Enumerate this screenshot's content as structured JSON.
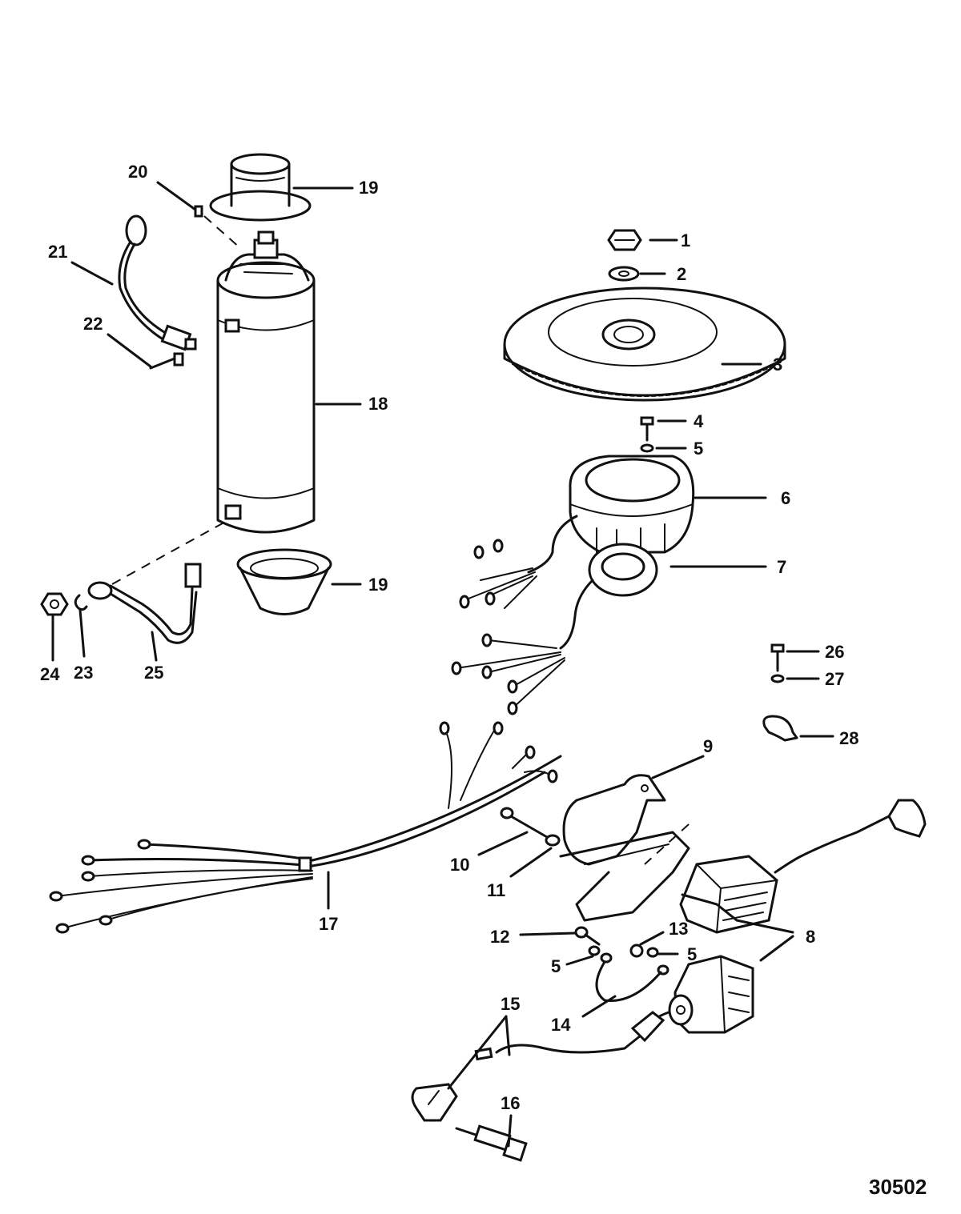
{
  "diagram": {
    "drawing_number": "30502",
    "callouts": [
      {
        "id": "c1",
        "text": "1"
      },
      {
        "id": "c2",
        "text": "2"
      },
      {
        "id": "c3",
        "text": "3"
      },
      {
        "id": "c4",
        "text": "4"
      },
      {
        "id": "c5a",
        "text": "5"
      },
      {
        "id": "c6",
        "text": "6"
      },
      {
        "id": "c7",
        "text": "7"
      },
      {
        "id": "c8",
        "text": "8"
      },
      {
        "id": "c9",
        "text": "9"
      },
      {
        "id": "c10",
        "text": "10"
      },
      {
        "id": "c11",
        "text": "11"
      },
      {
        "id": "c12",
        "text": "12"
      },
      {
        "id": "c13",
        "text": "13"
      },
      {
        "id": "c5b",
        "text": "5"
      },
      {
        "id": "c5c",
        "text": "5"
      },
      {
        "id": "c14",
        "text": "14"
      },
      {
        "id": "c15",
        "text": "15"
      },
      {
        "id": "c16",
        "text": "16"
      },
      {
        "id": "c17",
        "text": "17"
      },
      {
        "id": "c18",
        "text": "18"
      },
      {
        "id": "c19a",
        "text": "19"
      },
      {
        "id": "c19b",
        "text": "19"
      },
      {
        "id": "c20",
        "text": "20"
      },
      {
        "id": "c21",
        "text": "21"
      },
      {
        "id": "c22",
        "text": "22"
      },
      {
        "id": "c23",
        "text": "23"
      },
      {
        "id": "c24",
        "text": "24"
      },
      {
        "id": "c25",
        "text": "25"
      },
      {
        "id": "c26",
        "text": "26"
      },
      {
        "id": "c27",
        "text": "27"
      },
      {
        "id": "c28",
        "text": "28"
      }
    ]
  }
}
